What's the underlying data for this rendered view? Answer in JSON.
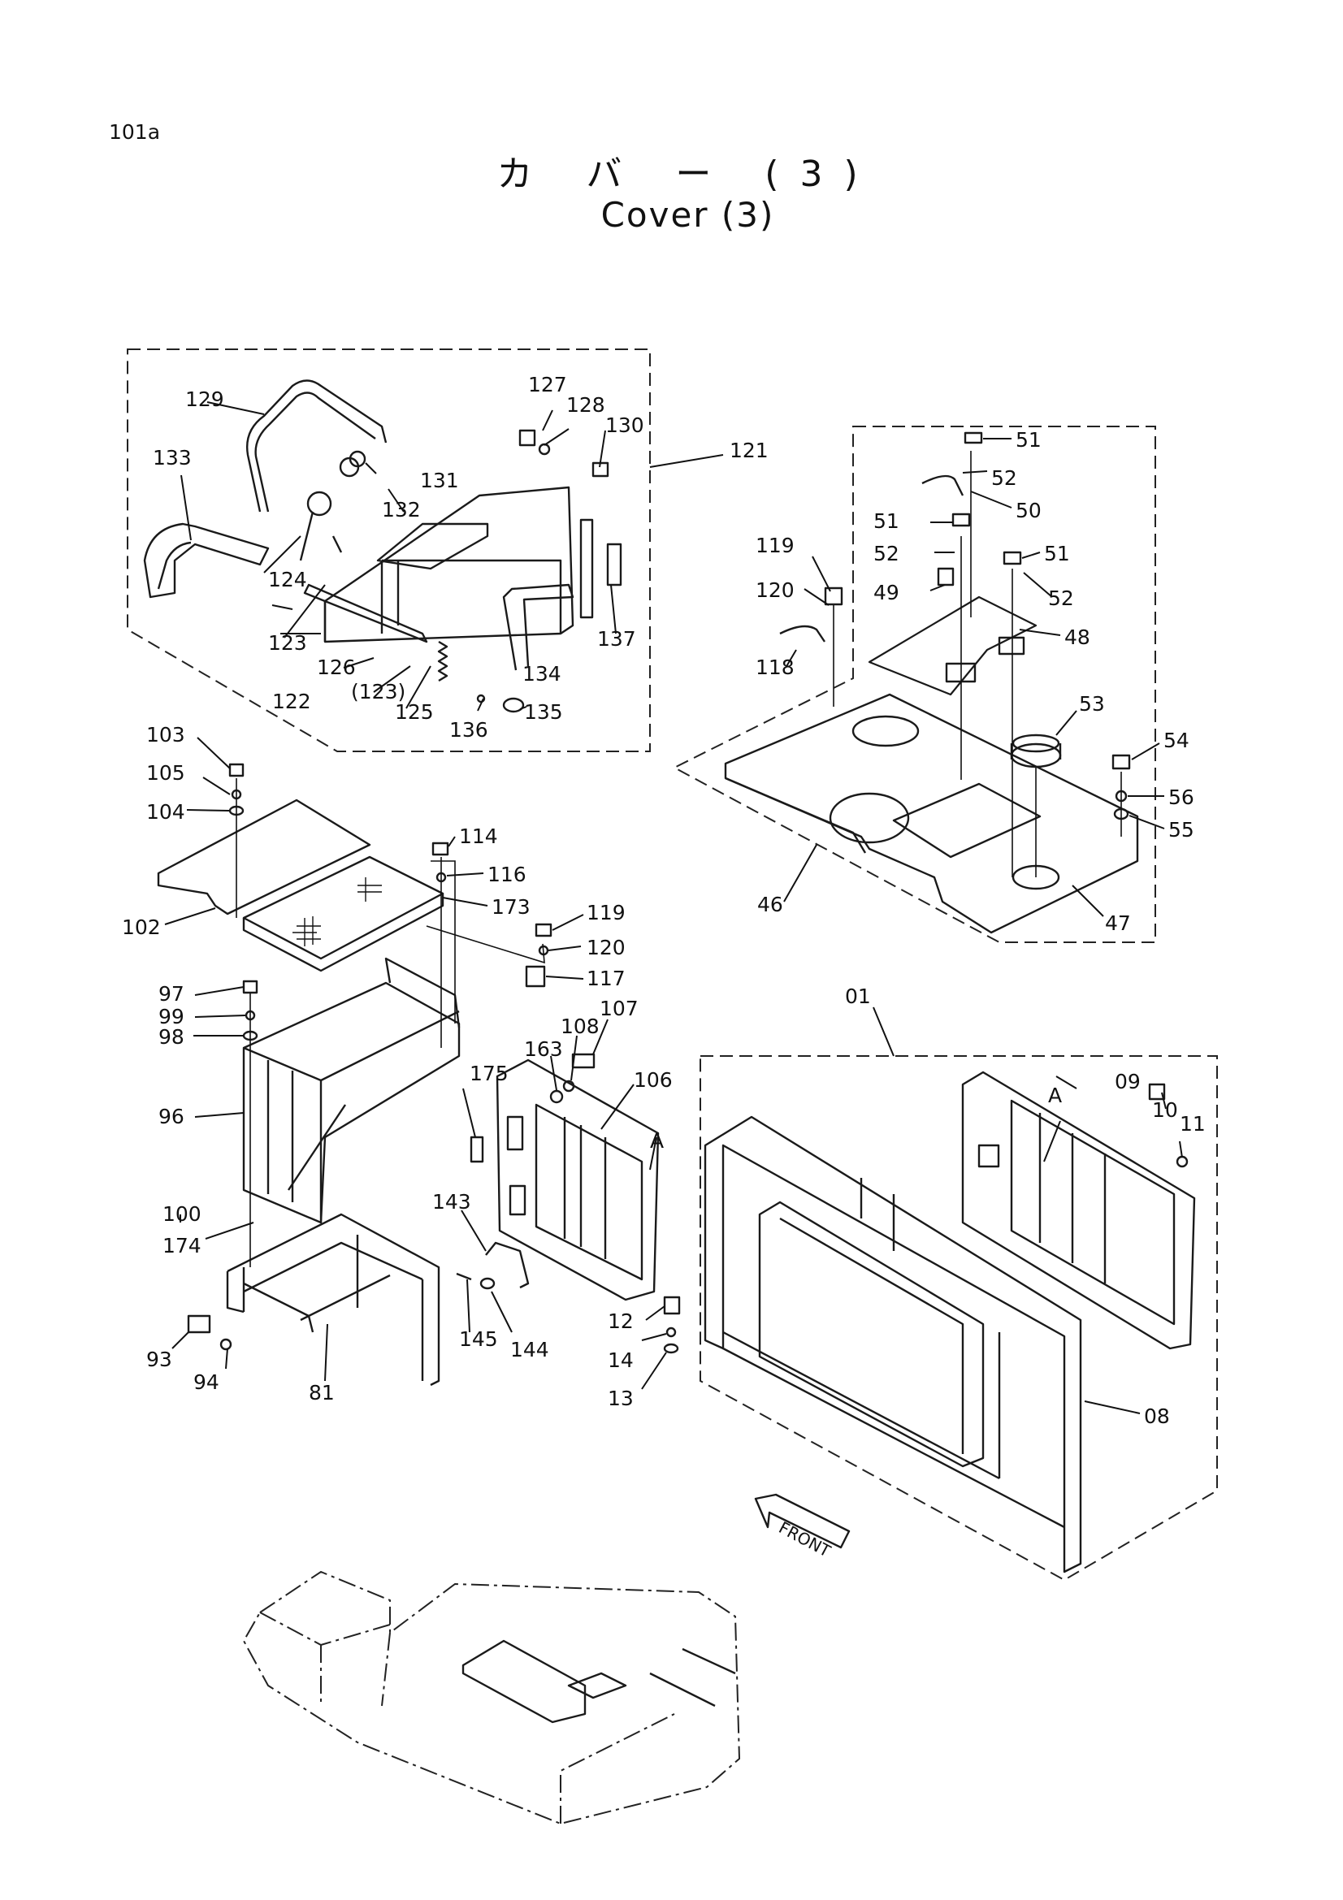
{
  "page": {
    "code": "101a",
    "title_jp": "カ バ ー (3)",
    "title_en": "Cover  (3)",
    "front_label": "FRONT"
  },
  "callouts": {
    "c121": "121",
    "c129": "129",
    "c133": "133",
    "c127": "127",
    "c128": "128",
    "c130": "130",
    "c131": "131",
    "c132": "132",
    "c124": "124",
    "c123": "123",
    "c126": "126",
    "c123b": "(123)",
    "c122": "122",
    "c125": "125",
    "c134": "134",
    "c135": "135",
    "c136": "136",
    "c137": "137",
    "c51a": "51",
    "c52a": "52",
    "c50": "50",
    "c51b": "51",
    "c52b": "52",
    "c51c": "51",
    "c49": "49",
    "c52c": "52",
    "c48": "48",
    "c119a": "119",
    "c120a": "120",
    "c118": "118",
    "c53": "53",
    "c54": "54",
    "c56": "56",
    "c55": "55",
    "c46": "46",
    "c47": "47",
    "c103": "103",
    "c105": "105",
    "c104": "104",
    "c102": "102",
    "c114": "114",
    "c116": "116",
    "c173": "173",
    "c119b": "119",
    "c120b": "120",
    "c117": "117",
    "c97": "97",
    "c99": "99",
    "c98": "98",
    "c96": "96",
    "c107": "107",
    "c108": "108",
    "c163": "163",
    "c175": "175",
    "c106": "106",
    "cA1": "A",
    "c100": "100",
    "c174": "174",
    "c143": "143",
    "c145": "145",
    "c144": "144",
    "c93": "93",
    "c94": "94",
    "c81": "81",
    "c12": "12",
    "c14": "14",
    "c13": "13",
    "c01": "01",
    "c09": "09",
    "cA2": "A",
    "c10": "10",
    "c11": "11",
    "c08": "08"
  }
}
